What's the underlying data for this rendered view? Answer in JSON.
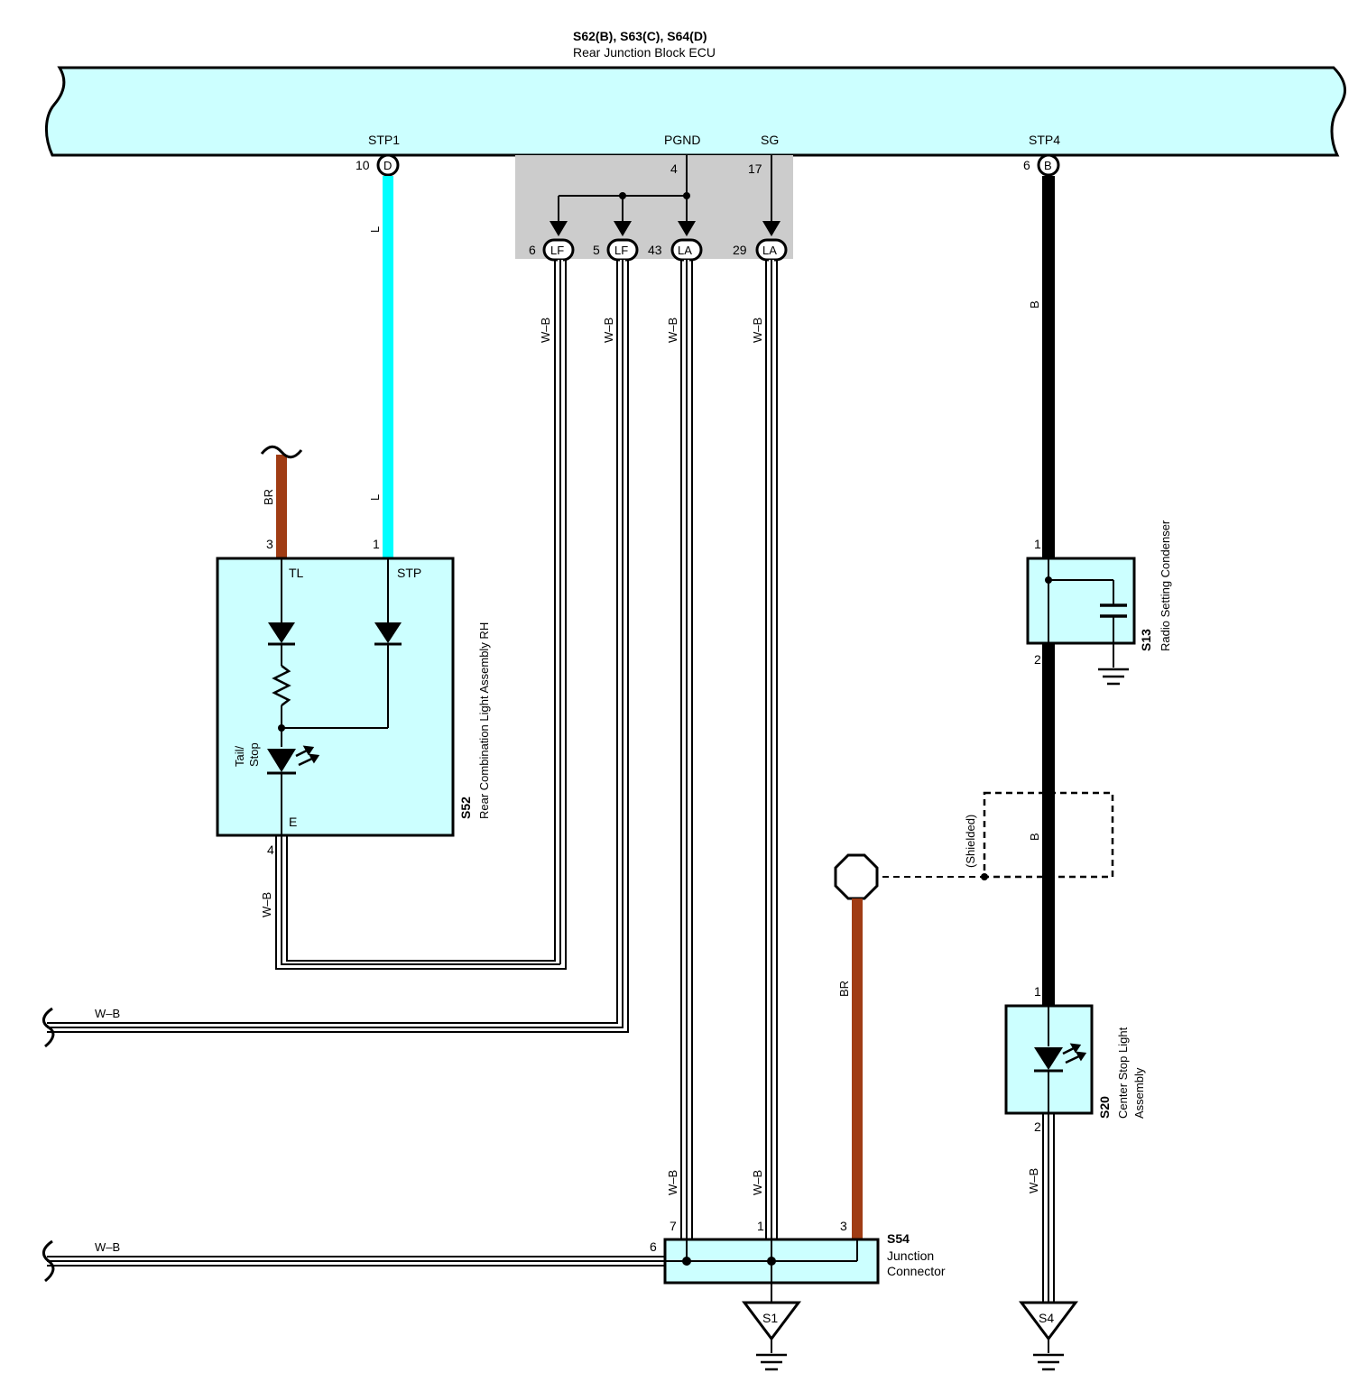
{
  "ecu": {
    "connectors_label": "S62(B), S63(C), S64(D)",
    "name": "Rear Junction Block ECU",
    "pins": {
      "stp1": {
        "name": "STP1",
        "num": "10",
        "conn": "D"
      },
      "pgnd": {
        "name": "PGND",
        "num": "4"
      },
      "sg": {
        "name": "SG",
        "num": "17"
      },
      "stp4": {
        "name": "STP4",
        "num": "6",
        "conn": "B"
      }
    }
  },
  "junction_pins": [
    {
      "num": "6",
      "conn": "LF"
    },
    {
      "num": "5",
      "conn": "LF"
    },
    {
      "num": "43",
      "conn": "LA"
    },
    {
      "num": "29",
      "conn": "LA"
    }
  ],
  "wire_colors": {
    "l": "L",
    "br": "BR",
    "wb": "W–B",
    "b": "B"
  },
  "s52": {
    "id": "S52",
    "name": "Rear Combination Light Assembly RH",
    "pin_tl": {
      "num": "3",
      "name": "TL"
    },
    "pin_stp": {
      "num": "1",
      "name": "STP"
    },
    "pin_e": {
      "num": "4",
      "name": "E"
    },
    "bulb_label_1": "Tail/",
    "bulb_label_2": "Stop"
  },
  "s13": {
    "id": "S13",
    "name": "Radio Setting Condenser",
    "pin1": "1",
    "pin2": "2"
  },
  "s20": {
    "id": "S20",
    "name_1": "Center Stop Light",
    "name_2": "Assembly",
    "pin1": "1",
    "pin2": "2"
  },
  "s54": {
    "id": "S54",
    "name_1": "Junction",
    "name_2": "Connector",
    "pin7": "7",
    "pin1": "1",
    "pin3": "3",
    "pin6": "6"
  },
  "shield_label": "(Shielded)",
  "grounds": {
    "g1": "S1",
    "g2": "S4"
  },
  "colors": {
    "block_fill": "#ccffff",
    "wire_l": "#00ffff",
    "wire_br": "#a03c14",
    "wire_b": "#000000",
    "shade": "#cccccc"
  }
}
